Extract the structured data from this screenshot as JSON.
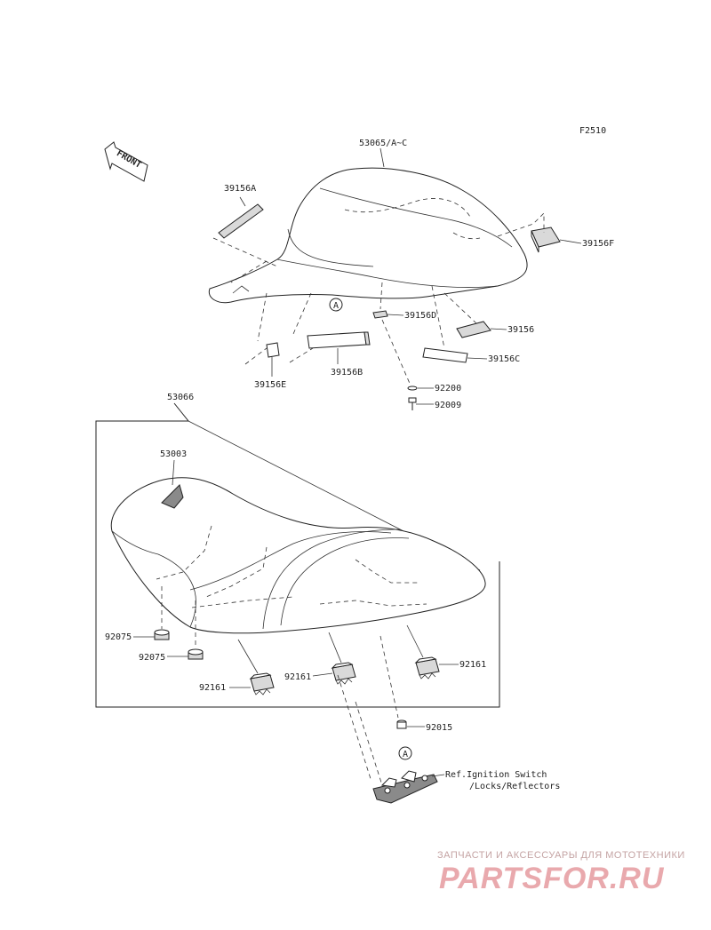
{
  "diagram_code": "F2510",
  "front_marker": "FRONT",
  "callout_marker": "A",
  "parts": {
    "cowl": "53065/A~C",
    "p39156A": "39156A",
    "p39156F": "39156F",
    "p39156D": "39156D",
    "p39156": "39156",
    "p39156C": "39156C",
    "p39156B": "39156B",
    "p39156E": "39156E",
    "p92200": "92200",
    "p92009": "92009",
    "seat": "53066",
    "p53003": "53003",
    "p92075a": "92075",
    "p92075b": "92075",
    "p92161a": "92161",
    "p92161b": "92161",
    "p92161c": "92161",
    "p92015": "92015"
  },
  "reference_note": {
    "line1": "Ref.Ignition Switch",
    "line2": "/Locks/Reflectors"
  },
  "watermark": {
    "tagline": "ЗАПЧАСТИ И АКСЕССУАРЫ ДЛЯ МОТОТЕХНИКИ",
    "brand": "PARTSFOR.RU"
  }
}
